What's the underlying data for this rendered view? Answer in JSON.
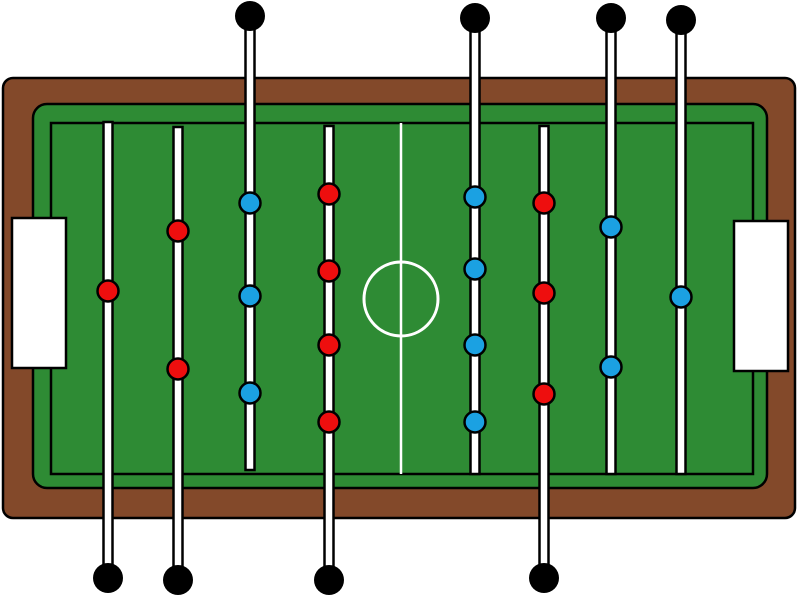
{
  "table": {
    "wood_color": "#83492A",
    "felt_color": "#2E8B34",
    "line_color": "#FFFFFF",
    "outline_color": "#000000",
    "goal_color": "#FFFFFF"
  },
  "teams": {
    "red": {
      "color": "#EE0E0E"
    },
    "blue": {
      "color": "#1BA1E2"
    }
  },
  "rods": [
    {
      "id": "rod-1",
      "team": "red",
      "handle": "bottom",
      "players": 1
    },
    {
      "id": "rod-2",
      "team": "red",
      "handle": "bottom",
      "players": 2
    },
    {
      "id": "rod-3",
      "team": "blue",
      "handle": "top",
      "players": 3
    },
    {
      "id": "rod-4",
      "team": "red",
      "handle": "bottom",
      "players": 4
    },
    {
      "id": "rod-5",
      "team": "blue",
      "handle": "top",
      "players": 4
    },
    {
      "id": "rod-6",
      "team": "red",
      "handle": "bottom",
      "players": 3
    },
    {
      "id": "rod-7",
      "team": "blue",
      "handle": "top",
      "players": 2
    },
    {
      "id": "rod-8",
      "team": "blue",
      "handle": "top",
      "players": 1
    }
  ]
}
